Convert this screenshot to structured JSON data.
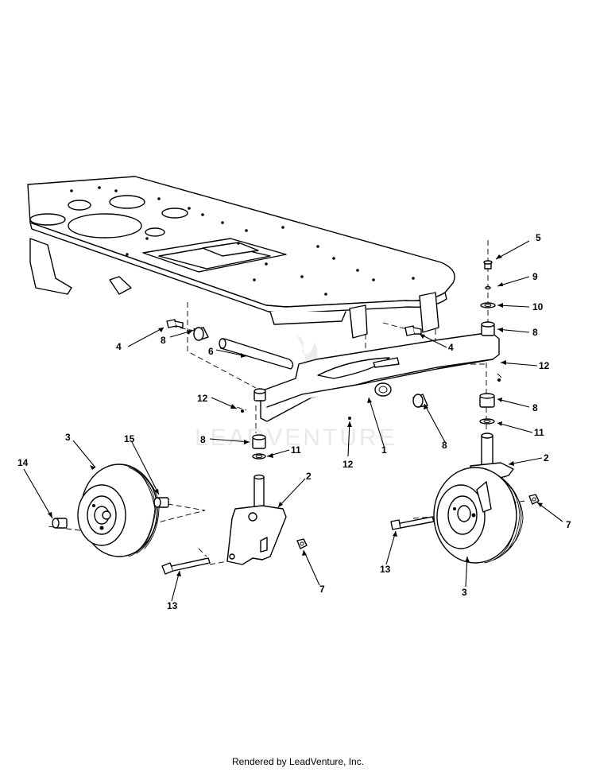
{
  "watermark": "LEADVENTURE",
  "footer": "Rendered by LeadVenture, Inc.",
  "callouts": {
    "c5": "5",
    "c9": "9",
    "c10": "10",
    "c8a": "8",
    "c12a": "12",
    "c4a": "4",
    "c8b": "8",
    "c11a": "11",
    "c4b": "4",
    "c8c": "8",
    "c6": "6",
    "c12b": "12",
    "c8d": "8",
    "c11b": "11",
    "c12c": "12",
    "c1": "1",
    "c8e": "8",
    "c2a": "2",
    "c3a": "3",
    "c15": "15",
    "c14": "14",
    "c13a": "13",
    "c7a": "7",
    "c2b": "2",
    "c7b": "7",
    "c13b": "13",
    "c3b": "3"
  }
}
